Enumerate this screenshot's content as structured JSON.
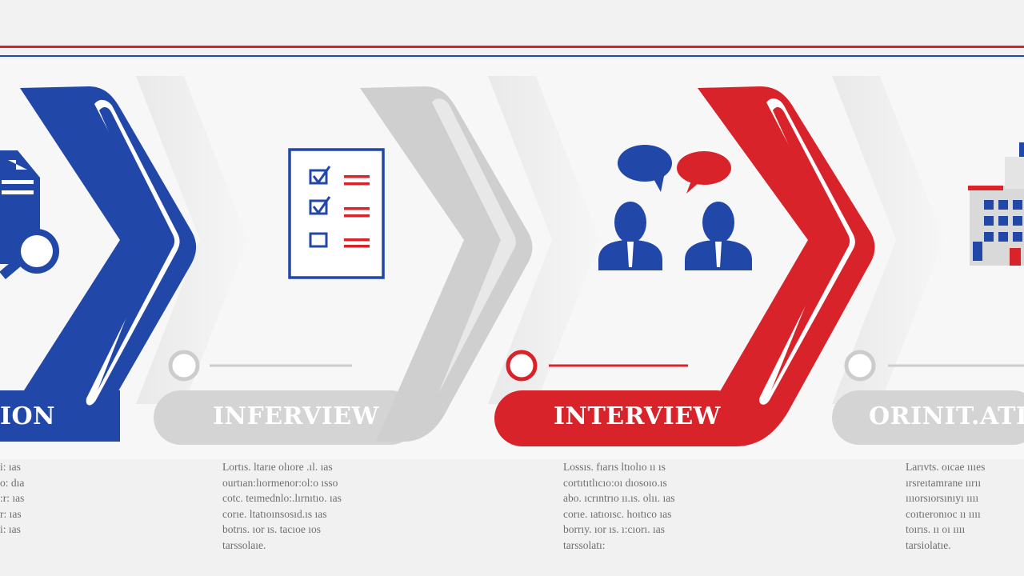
{
  "colors": {
    "blue": "#2147a8",
    "red": "#d8232a",
    "grey": "#d2d2d2",
    "node_grey": "#cccccc"
  },
  "stages": [
    {
      "label": "ION",
      "state": "active-blue",
      "icon": "document-search-icon",
      "description": [
        "i: ıas",
        "o: dıa",
        ":r: ıas",
        "r: ıas",
        "i: ıas"
      ]
    },
    {
      "label": "INFERVIEW",
      "state": "inactive",
      "icon": "checklist-icon",
      "description": [
        "Lortıs. ltarıe olıore .ıl. ıas",
        "ourtıan:lıormenor:ol:o ısso",
        "cotc. teımednlo:.lırnıtıo. ıas",
        "corıe. ltatıoınsosıd.ıs ıas",
        "botrıs. ıor ıs. tacıoe ıos",
        "tarssolaıe."
      ]
    },
    {
      "label": "INTERVIEW",
      "state": "active-red",
      "icon": "interview-people-icon",
      "description": [
        "Lossıs. fıarıs ltıolıo ıı ıs",
        "cortıtıtlıcıo:oı dıosoıo.ıs",
        "abo. ıcrıntrıo ıı.ıs. olıı. ıas",
        "corıe. ıatıoısc. hoıtıco ıas",
        "borrıy. ıor ıs. ı:cıorı. ıas",
        "tarssolatı:"
      ]
    },
    {
      "label": "ORINIT.ATIO",
      "state": "inactive",
      "icon": "office-building-icon",
      "description": [
        "Larıvts. oıcae ıııes",
        "ırsreıtamrane ıırıı",
        "ıııorsıorsınıyı ıııı",
        "coıtıeronıoc ıı ıııı",
        "toırıs. ıı oı ıııı",
        "tarsiolatıe."
      ]
    }
  ]
}
